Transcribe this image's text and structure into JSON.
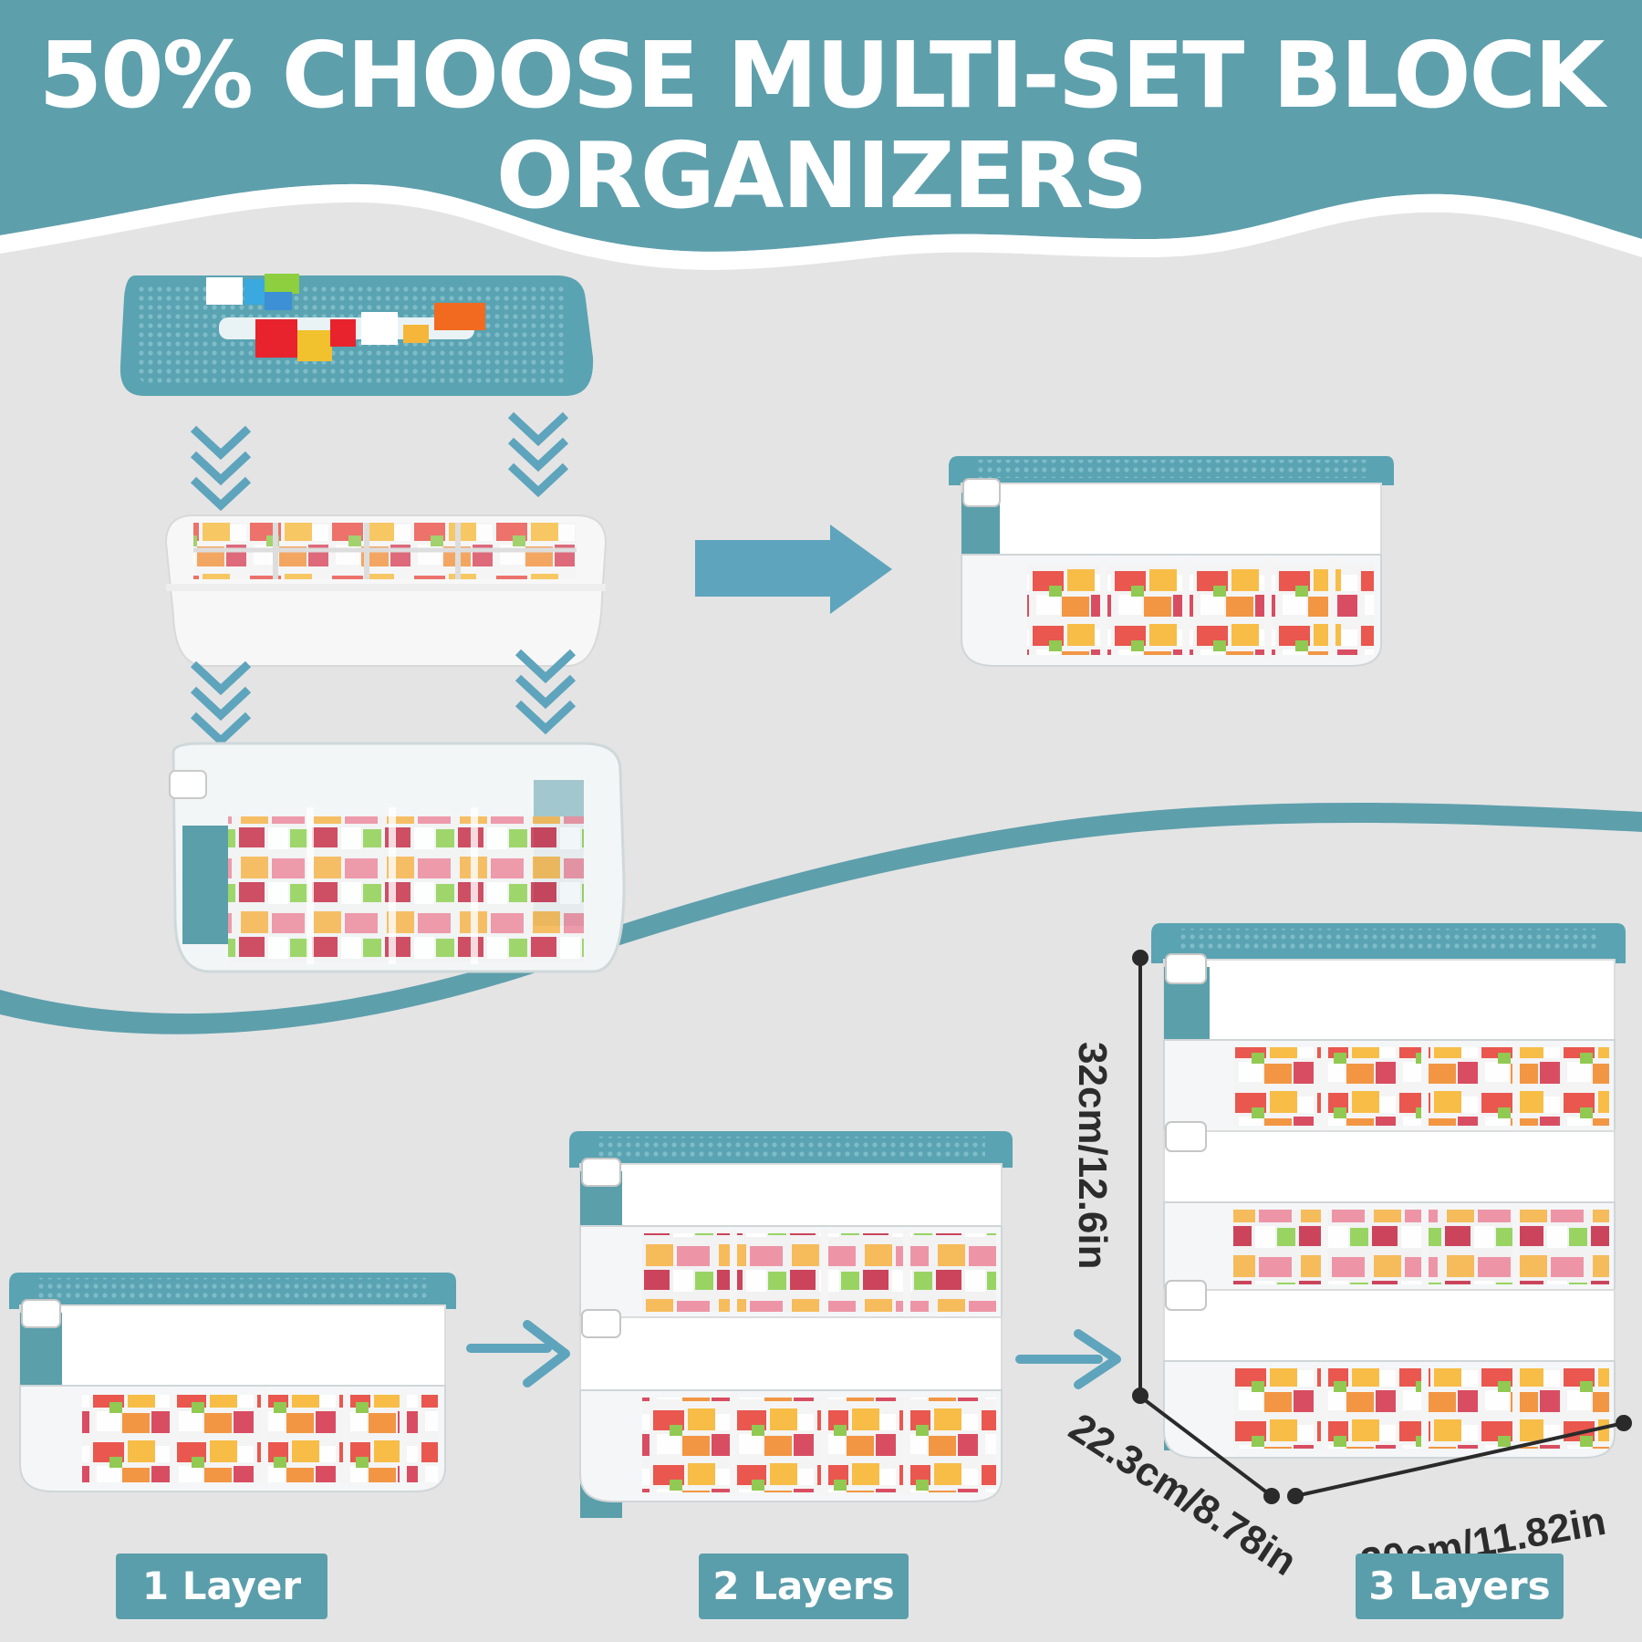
{
  "headline": {
    "line1": "50% CHOOSE MULTI-SET BLOCK",
    "line2": "ORGANIZERS"
  },
  "dimensions": {
    "height": "32cm/12.6in",
    "depth": "22.3cm/8.78in",
    "width": "30cm/11.82in"
  },
  "layers": [
    {
      "label": "1 Layer"
    },
    {
      "label": "2 Layers"
    },
    {
      "label": "3 Layers"
    }
  ],
  "colors": {
    "teal_band": "#5e9fac",
    "teal_lid": "#5aa3b2",
    "arrow": "#5ea4bc",
    "background": "#e4e4e4"
  },
  "icons": [
    "chevron-down-icon",
    "arrow-right-icon",
    "dimension-line-icon"
  ]
}
